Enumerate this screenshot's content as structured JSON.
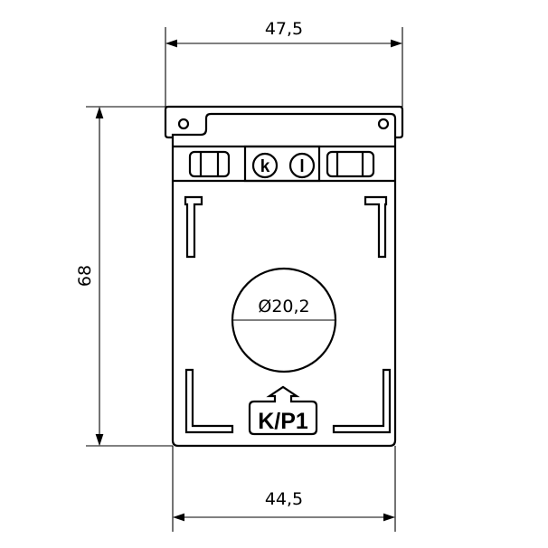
{
  "dimensions": {
    "flange_width": "47,5",
    "height": "68",
    "body_width": "44,5",
    "hole_diameter": "Ø20,2"
  },
  "terminals": {
    "k": "k",
    "l": "l"
  },
  "marking": "K/P1"
}
